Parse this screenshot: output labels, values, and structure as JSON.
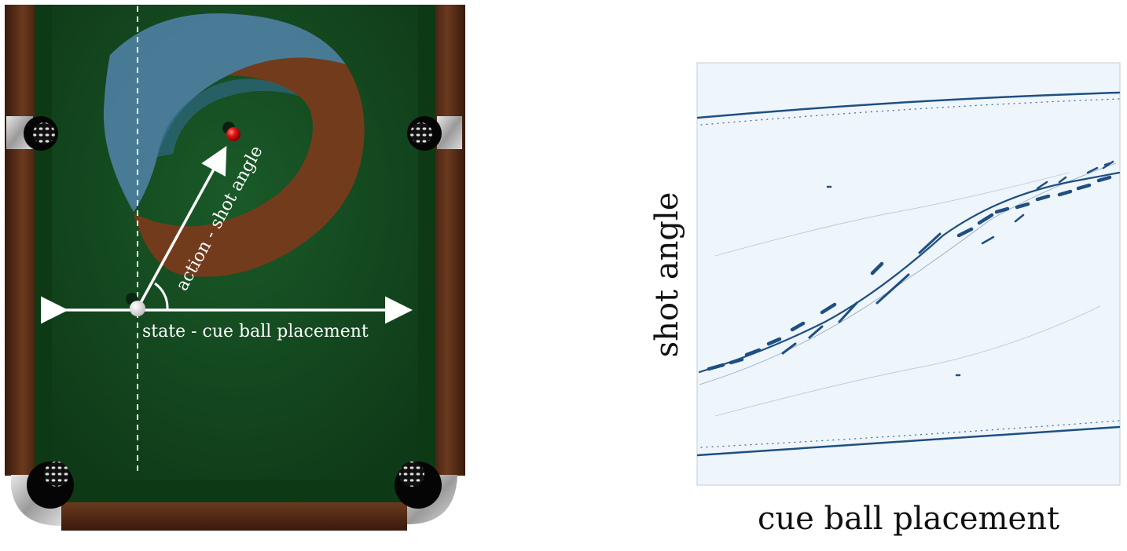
{
  "table_diagram": {
    "state_label": "state - cue ball placement",
    "action_label": "action - shot angle"
  },
  "plot": {
    "xlabel": "cue ball placement",
    "ylabel": "shot angle"
  },
  "colors": {
    "felt": "#14481f",
    "wood": "#5a2a14",
    "plot_background": "#eef5fb",
    "plot_stroke": "#1f4f80",
    "arrow": "#ffffff",
    "object_ball": "#e01616"
  }
}
